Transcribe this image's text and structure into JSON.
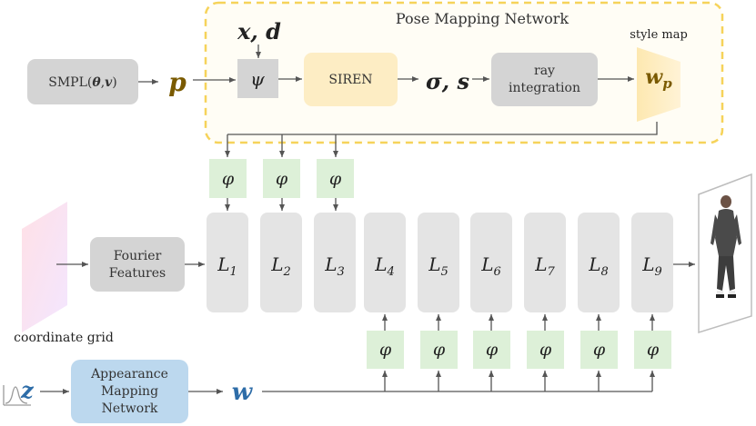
{
  "pose_network": {
    "title": "Pose Mapping Network",
    "smpl_label_prefix": "SMPL(",
    "smpl_theta": "θ",
    "smpl_comma": ",",
    "smpl_v": "v",
    "smpl_label_suffix": ")",
    "p_symbol": "p",
    "xd_label": "x, d",
    "psi_symbol": "ψ",
    "siren_label": "SIREN",
    "sigma_s_label": "σ, s",
    "ray_line1": "ray",
    "ray_line2": "integration",
    "style_map_label": "style map",
    "wp_symbol": "w",
    "wp_subscript": "p"
  },
  "generator": {
    "coordinate_grid_label": "coordinate grid",
    "fourier_line1": "Fourier",
    "fourier_line2": "Features",
    "phi_symbol": "φ",
    "layers": [
      {
        "base": "L",
        "sub": "1"
      },
      {
        "base": "L",
        "sub": "2"
      },
      {
        "base": "L",
        "sub": "3"
      },
      {
        "base": "L",
        "sub": "4"
      },
      {
        "base": "L",
        "sub": "5"
      },
      {
        "base": "L",
        "sub": "6"
      },
      {
        "base": "L",
        "sub": "7"
      },
      {
        "base": "L",
        "sub": "8"
      },
      {
        "base": "L",
        "sub": "9"
      }
    ]
  },
  "appearance_network": {
    "z_symbol": "z",
    "line1": "Appearance",
    "line2": "Mapping",
    "line3": "Network",
    "w_symbol": "w"
  },
  "colors": {
    "gray_box": "#d4d4d4",
    "layer_box": "#e4e4e4",
    "siren": "#fdedc4",
    "phi_box": "#ddf0d8",
    "appearance": "#bcd8ee",
    "dashed_border": "#f6d35a",
    "dashed_fill": "#fffdf5",
    "brown_text": "#7a5a00",
    "blue_text": "#2e6da8",
    "arrow": "#555555"
  }
}
